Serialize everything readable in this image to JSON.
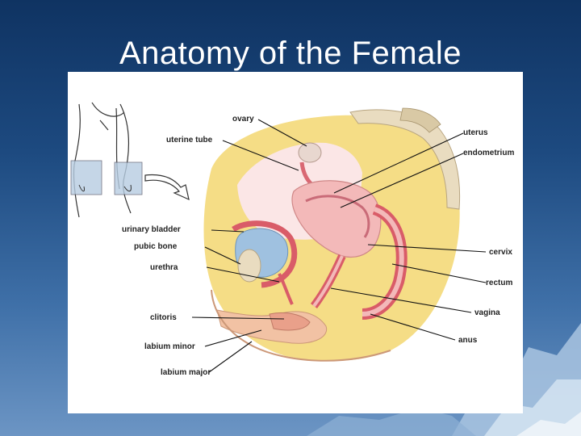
{
  "slide": {
    "title": "Anatomy of the Female"
  },
  "diagram": {
    "labels": {
      "ovary": "ovary",
      "uterine_tube": "uterine tube",
      "uterus": "uterus",
      "endometrium": "endometrium",
      "urinary_bladder": "urinary bladder",
      "pubic_bone": "pubic bone",
      "urethra": "urethra",
      "cervix": "cervix",
      "rectum": "rectum",
      "vagina": "vagina",
      "clitoris": "clitoris",
      "anus": "anus",
      "labium_minor": "labium minor",
      "labium_major": "labium major"
    }
  },
  "colors": {
    "background_top": "#0f3362",
    "background_bottom": "#6c95c4",
    "panel": "#ffffff",
    "tissue_pink": "#f3b9b9",
    "muscle_red": "#d95c68",
    "fat_yellow": "#f5dd86",
    "bone": "#e9dcc0",
    "bladder_blue": "#9fc1e0",
    "skin": "#f2c2a4"
  }
}
